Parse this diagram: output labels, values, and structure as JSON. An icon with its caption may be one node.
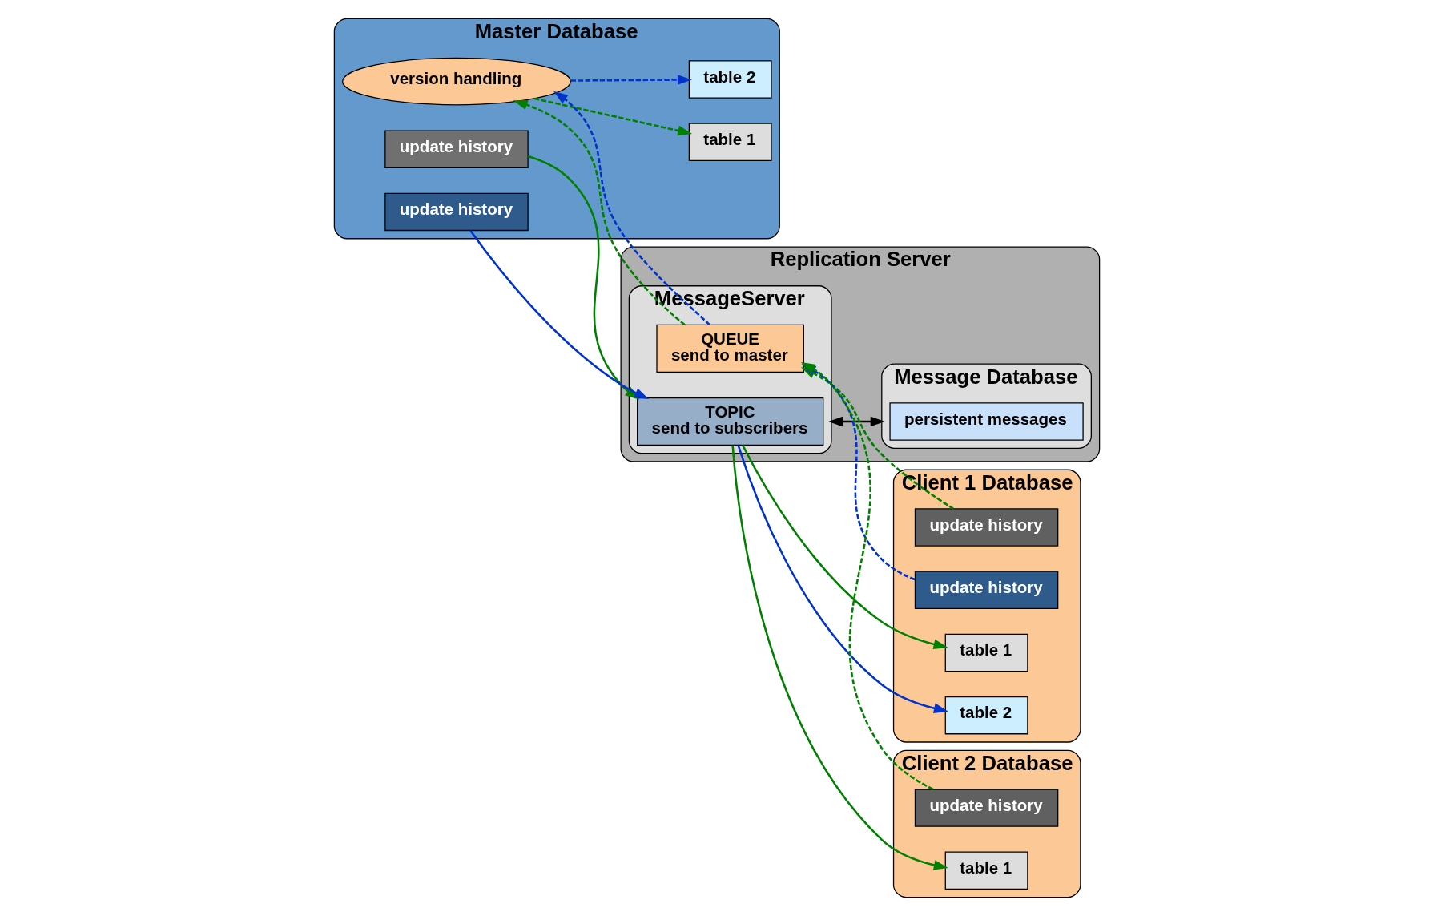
{
  "diagram": {
    "nodes": [
      {
        "text": [
          "Master Database"
        ]
      },
      {
        "text": [
          "table 1"
        ],
        "in": 0
      },
      {
        "text": [
          "update history"
        ],
        "in": 0
      },
      {
        "text": [
          "version handling"
        ],
        "in": 0
      },
      {
        "text": [
          "table 2"
        ],
        "in": 0
      },
      {
        "text": [
          "update history"
        ],
        "in": 0
      },
      {
        "text": [
          "Replication Server"
        ]
      },
      {
        "text": [
          "MessageServer"
        ],
        "in": 6
      },
      {
        "text": [
          "TOPIC",
          "send to subscribers"
        ],
        "in": 7
      },
      {
        "text": [
          "QUEUE",
          "send to master"
        ],
        "in": 7
      },
      {
        "text": [
          "Message Database"
        ],
        "in": 6
      },
      {
        "text": [
          "persistent messages"
        ],
        "in": 10
      },
      {
        "text": [
          "Client 1 Database"
        ]
      },
      {
        "text": [
          "table 1"
        ],
        "in": 12
      },
      {
        "text": [
          "update history"
        ],
        "in": 12
      },
      {
        "text": [
          "table 2"
        ],
        "in": 12
      },
      {
        "text": [
          "update history"
        ],
        "in": 12
      },
      {
        "text": [
          "Client 2 Database"
        ]
      },
      {
        "text": [
          "table 1"
        ],
        "in": 17
      },
      {
        "text": [
          "update history"
        ],
        "in": 17
      }
    ],
    "edges": [
      {
        "from": 2,
        "to": 8,
        "arrow": "to"
      },
      {
        "from": 5,
        "to": 8,
        "arrow": "to",
        "color": "#0033cc"
      },
      {
        "from": 8,
        "to": 13,
        "arrow": "to"
      },
      {
        "from": 8,
        "to": 15,
        "arrow": "to",
        "color": "#0033cc"
      },
      {
        "from": 8,
        "to": 18,
        "arrow": "to"
      },
      {
        "from": 14,
        "to": 9,
        "arrow": "to",
        "style": "dashed"
      },
      {
        "from": 16,
        "to": 9,
        "arrow": "to",
        "style": "dashed",
        "color": "#0033cc"
      },
      {
        "from": 19,
        "to": 9,
        "arrow": "to",
        "style": "dashed"
      },
      {
        "from": 9,
        "to": 3,
        "arrow": "to",
        "style": "dashed"
      },
      {
        "from": 9,
        "to": 3,
        "arrow": "to",
        "style": "dashed",
        "color": "#0033cc"
      },
      {
        "from": 3,
        "to": 1,
        "arrow": "to",
        "style": "dashed"
      },
      {
        "from": 3,
        "to": 4,
        "arrow": "to",
        "style": "dashed",
        "color": "#0033cc"
      },
      {
        "from": 7,
        "to": 10,
        "arrow": "both",
        "color": "#000000"
      }
    ]
  }
}
